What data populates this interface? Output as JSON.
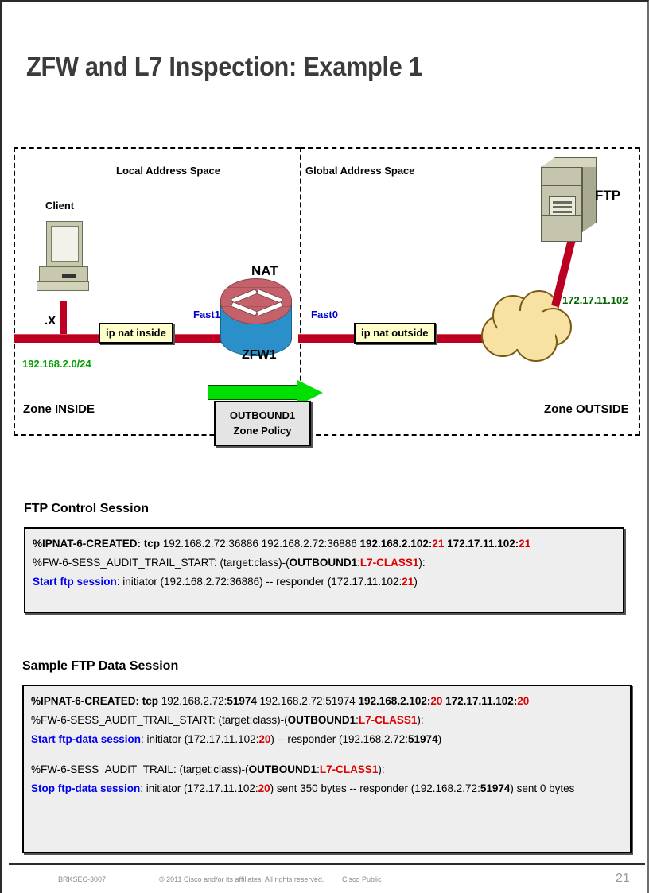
{
  "slide": {
    "title": "ZFW and L7 Inspection: Example 1"
  },
  "diagram": {
    "zones": {
      "local_label": "Local Address Space",
      "global_label": "Global Address Space",
      "inside_zone": "Zone INSIDE",
      "outside_zone": "Zone OUTSIDE"
    },
    "client": {
      "label": "Client",
      "host_suffix": ".X",
      "subnet": "192.168.2.0/24"
    },
    "router": {
      "nat_label": "NAT",
      "name": "ZFW1",
      "inner_interface": "Fast1",
      "outer_interface": "Fast0"
    },
    "nat_boxes": {
      "inside": "ip nat inside",
      "outside": "ip nat outside"
    },
    "policy": {
      "name": "OUTBOUND1",
      "subtitle": "Zone Policy"
    },
    "server": {
      "label": "FTP",
      "ip": "172.17.11.102"
    }
  },
  "control_session": {
    "heading": "FTP Control Session",
    "lines": [
      {
        "segments": [
          {
            "text": "%IPNAT-6-CREATED: tcp",
            "style": "bold"
          },
          {
            "text": " 192.168.2.72:36886 192.168.2.72:36886 ",
            "style": "plain"
          },
          {
            "text": "192.168.2.102:",
            "style": "bold"
          },
          {
            "text": "21",
            "style": "red-bold"
          },
          {
            "text": "  ",
            "style": "plain"
          },
          {
            "text": "172.17.11.102:",
            "style": "bold"
          },
          {
            "text": "21",
            "style": "red-bold"
          }
        ]
      },
      {
        "segments": [
          {
            "text": "%FW-6-SESS_AUDIT_TRAIL_START: (target:class)-(",
            "style": "plain"
          },
          {
            "text": "OUTBOUND1",
            "style": "bold"
          },
          {
            "text": ":",
            "style": "plain"
          },
          {
            "text": "L7-CLASS1",
            "style": "red-bold"
          },
          {
            "text": "):",
            "style": "plain"
          }
        ]
      },
      {
        "segments": [
          {
            "text": "Start ftp session",
            "style": "blue-bold"
          },
          {
            "text": ": initiator (192.168.2.72:36886) -- responder (172.17.11.102:",
            "style": "plain"
          },
          {
            "text": "21",
            "style": "red-bold"
          },
          {
            "text": ")",
            "style": "plain"
          }
        ]
      }
    ]
  },
  "data_session": {
    "heading": "Sample FTP  Data Session",
    "lines": [
      {
        "segments": [
          {
            "text": "%IPNAT-6-CREATED: tcp",
            "style": "bold"
          },
          {
            "text": " 192.168.2.72:",
            "style": "plain"
          },
          {
            "text": "51974",
            "style": "bold"
          },
          {
            "text": " 192.168.2.72:51974 ",
            "style": "plain"
          },
          {
            "text": "192.168.2.102:",
            "style": "bold"
          },
          {
            "text": "20",
            "style": "red-bold"
          },
          {
            "text": "  ",
            "style": "plain"
          },
          {
            "text": "172.17.11.102:",
            "style": "bold"
          },
          {
            "text": "20",
            "style": "red-bold"
          }
        ]
      },
      {
        "segments": [
          {
            "text": "%FW-6-SESS_AUDIT_TRAIL_START: (target:class)-(",
            "style": "plain"
          },
          {
            "text": "OUTBOUND1",
            "style": "bold"
          },
          {
            "text": ":",
            "style": "plain"
          },
          {
            "text": "L7-CLASS1",
            "style": "red-bold"
          },
          {
            "text": "):",
            "style": "plain"
          }
        ]
      },
      {
        "segments": [
          {
            "text": "Start ftp-data session",
            "style": "blue-bold"
          },
          {
            "text": ": initiator (172.17.11.102:",
            "style": "plain"
          },
          {
            "text": "20",
            "style": "red-bold"
          },
          {
            "text": ") -- responder (192.168.2.72:",
            "style": "plain"
          },
          {
            "text": "51974",
            "style": "bold"
          },
          {
            "text": ")",
            "style": "plain"
          }
        ]
      },
      {
        "segments": [],
        "blank": true
      },
      {
        "segments": [
          {
            "text": "%FW-6-SESS_AUDIT_TRAIL: (target:class)-(",
            "style": "plain"
          },
          {
            "text": "OUTBOUND1",
            "style": "bold"
          },
          {
            "text": ":",
            "style": "plain"
          },
          {
            "text": "L7-CLASS1",
            "style": "red-bold"
          },
          {
            "text": "):",
            "style": "plain"
          }
        ]
      },
      {
        "segments": [
          {
            "text": "Stop ftp-data session",
            "style": "blue-bold"
          },
          {
            "text": ": initiator (172.17.11.102:",
            "style": "plain"
          },
          {
            "text": "20",
            "style": "red-bold"
          },
          {
            "text": ") sent 350 bytes -- responder (192.168.2.72:",
            "style": "plain"
          },
          {
            "text": "51974",
            "style": "bold"
          },
          {
            "text": ") sent 0 bytes",
            "style": "plain"
          }
        ]
      }
    ]
  },
  "footer": {
    "session_code": "BRKSEC-3007",
    "copyright": "© 2011 Cisco and/or its affiliates. All rights reserved.",
    "classification": "Cisco Public",
    "page_number": "21"
  },
  "colors": {
    "red_highlight": "#dd0000",
    "blue_highlight": "#0000ee",
    "green_ip": "#006600",
    "green_subnet": "#00a000",
    "bus_red": "#bb0022",
    "router_blue": "#2b8fc9",
    "router_red": "#c4616a",
    "cloud_yellow": "#f7e2a4",
    "nat_box_yellow": "#ffffcc",
    "arrow_green": "#00e000"
  }
}
